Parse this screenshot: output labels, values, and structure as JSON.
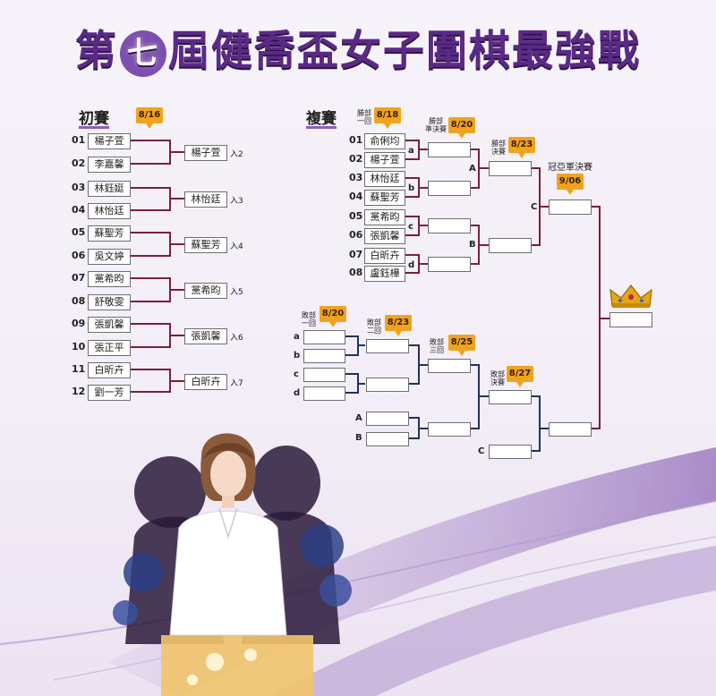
{
  "title": {
    "pre": "第",
    "num": "七",
    "post": "屆健喬盃女子圍棋最強戰"
  },
  "sections": {
    "prelim": "初賽",
    "main": "複賽"
  },
  "prelim": {
    "date": "8/16",
    "entries": [
      {
        "no": "01",
        "name": "楊子萱"
      },
      {
        "no": "02",
        "name": "李嘉馨"
      },
      {
        "no": "03",
        "name": "林鈺娗"
      },
      {
        "no": "04",
        "name": "林怡廷"
      },
      {
        "no": "05",
        "name": "蘇聖芳"
      },
      {
        "no": "06",
        "name": "吳文婷"
      },
      {
        "no": "07",
        "name": "黨希昀"
      },
      {
        "no": "08",
        "name": "舒敬雯"
      },
      {
        "no": "09",
        "name": "張凱馨"
      },
      {
        "no": "10",
        "name": "張正平"
      },
      {
        "no": "11",
        "name": "白昕卉"
      },
      {
        "no": "12",
        "name": "劉一芳"
      }
    ],
    "winners": [
      {
        "name": "楊子萱",
        "note": "入2"
      },
      {
        "name": "林怡廷",
        "note": "入3"
      },
      {
        "name": "蘇聖芳",
        "note": "入4"
      },
      {
        "name": "黨希昀",
        "note": "入5"
      },
      {
        "name": "張凱馨",
        "note": "入6"
      },
      {
        "name": "白昕卉",
        "note": "入7"
      }
    ]
  },
  "main": {
    "winners_bracket": {
      "r1_label": "勝部\n一回",
      "r1_date": "8/18",
      "r2_label": "勝部\n準決賽",
      "r2_date": "8/20",
      "r3_label": "勝部\n決賽",
      "r3_date": "8/23",
      "entries": [
        {
          "no": "01",
          "name": "俞俐均"
        },
        {
          "no": "02",
          "name": "楊子萱"
        },
        {
          "no": "03",
          "name": "林怡廷"
        },
        {
          "no": "04",
          "name": "蘇聖芳"
        },
        {
          "no": "05",
          "name": "黨希昀"
        },
        {
          "no": "06",
          "name": "張凱馨"
        },
        {
          "no": "07",
          "name": "白昕卉"
        },
        {
          "no": "08",
          "name": "盧鈺樺"
        }
      ],
      "match_letters": [
        "a",
        "b",
        "c",
        "d"
      ],
      "semi_letters": [
        "A",
        "B"
      ],
      "final_letter": "C"
    },
    "final": {
      "label": "冠亞軍決賽",
      "date": "9/06"
    },
    "losers_bracket": {
      "r1_label": "敗部\n一回",
      "r1_date": "8/20",
      "r2_label": "敗部\n二回",
      "r2_date": "8/23",
      "r3_label": "敗部\n三回",
      "r3_date": "8/25",
      "r4_label": "敗部\n決賽",
      "r4_date": "8/27",
      "letters_r1": [
        "a",
        "b",
        "c",
        "d"
      ],
      "letters_drop": [
        "A",
        "B"
      ],
      "letter_final": "C"
    }
  },
  "colors": {
    "title": "#5a2a86",
    "line": "#7a1f3d",
    "tag": "#f0a31e",
    "loser_line": "#22335a"
  },
  "icons": [
    "crown-icon",
    "player-illustration",
    "purple-swoosh"
  ]
}
